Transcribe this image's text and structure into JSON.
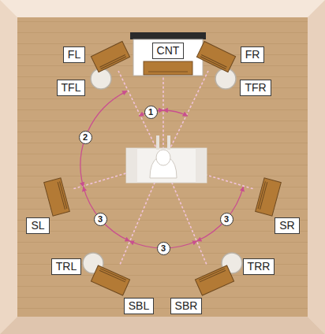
{
  "diagram": {
    "nodes": [
      {
        "text": [
          "FL"
        ]
      },
      {
        "text": [
          "CNT"
        ]
      },
      {
        "text": [
          "FR"
        ]
      },
      {
        "text": [
          "TFL"
        ]
      },
      {
        "text": [
          "TFR"
        ]
      },
      {
        "text": [
          "SL"
        ]
      },
      {
        "text": [
          "SR"
        ]
      },
      {
        "text": [
          "TRL"
        ]
      },
      {
        "text": [
          "TRR"
        ]
      },
      {
        "text": [
          "SBL"
        ]
      },
      {
        "text": [
          "SBR"
        ]
      }
    ],
    "labels": [
      "1",
      "2",
      "3",
      "3",
      "3"
    ]
  }
}
